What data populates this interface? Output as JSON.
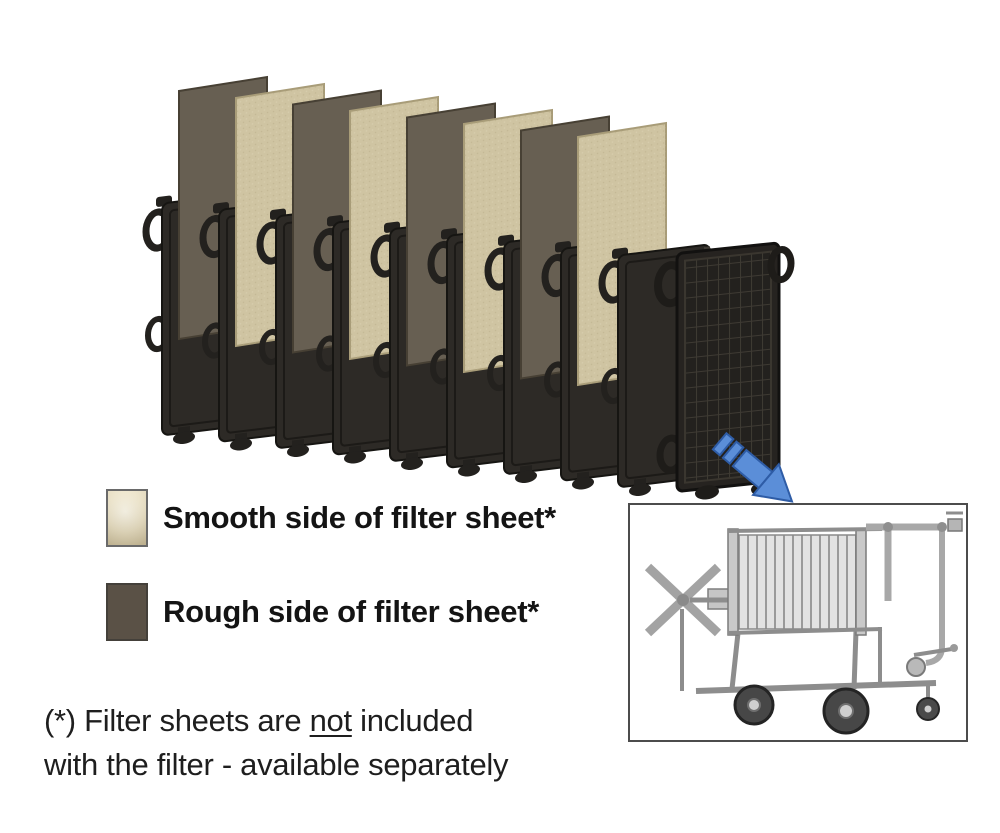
{
  "legend": {
    "items": [
      {
        "label": "Smooth side of filter sheet*",
        "swatch_color": "#ece1c2"
      },
      {
        "label": "Rough side of filter sheet*",
        "swatch_color": "#5a5146"
      }
    ]
  },
  "footnote": {
    "line1_prefix": "(*) Filter sheets are ",
    "line1_underlined": "not",
    "line1_suffix": " included",
    "line2": "with the filter - available separately"
  },
  "diagram": {
    "plates_count": 10,
    "sheets_count": 8,
    "plate_color": "#2d2a26",
    "sheet_smooth_color": "#cfc4a2",
    "sheet_rough_color": "#675f52",
    "arrow_color": "#5b8ed8",
    "arrow_outline_color": "#2e5ca6",
    "inset_border_color": "#4c4c4c"
  }
}
